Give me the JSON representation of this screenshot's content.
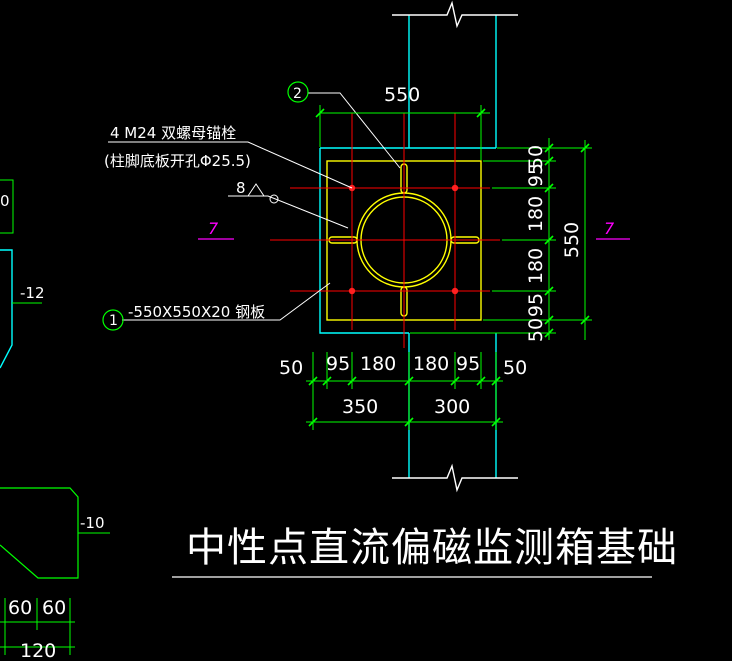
{
  "title": "中性点直流偏磁监测箱基础",
  "colors": {
    "background": "#000000",
    "dimension": "#00ff00",
    "column": "#00ffff",
    "plate": "#ffff00",
    "axis": "#ff0000",
    "leader": "#ffffff",
    "section": "#ff00ff"
  },
  "callouts": {
    "one": {
      "number": "1",
      "text": "-550X550X20  钢板"
    },
    "two": {
      "number": "2"
    },
    "anchor_line1": "4 M24  双螺母锚栓",
    "anchor_line2": "(柱脚底板开孔Φ25.5)",
    "weld": "8"
  },
  "section_marks": {
    "left": "7",
    "right": "7"
  },
  "dims": {
    "top_total": "550",
    "right_segments": [
      "50",
      "95",
      "180",
      "180",
      "95",
      "50"
    ],
    "right_total": "550",
    "bottom_segments": [
      "50",
      "95",
      "180",
      "180",
      "95",
      "50"
    ],
    "bottom_totals": [
      "350",
      "300"
    ]
  },
  "left_partial": {
    "top_label": "0",
    "mid_label": "-12",
    "lower_label": "-10",
    "bottom_a": "60",
    "bottom_b": "60",
    "bottom_total": "120"
  }
}
